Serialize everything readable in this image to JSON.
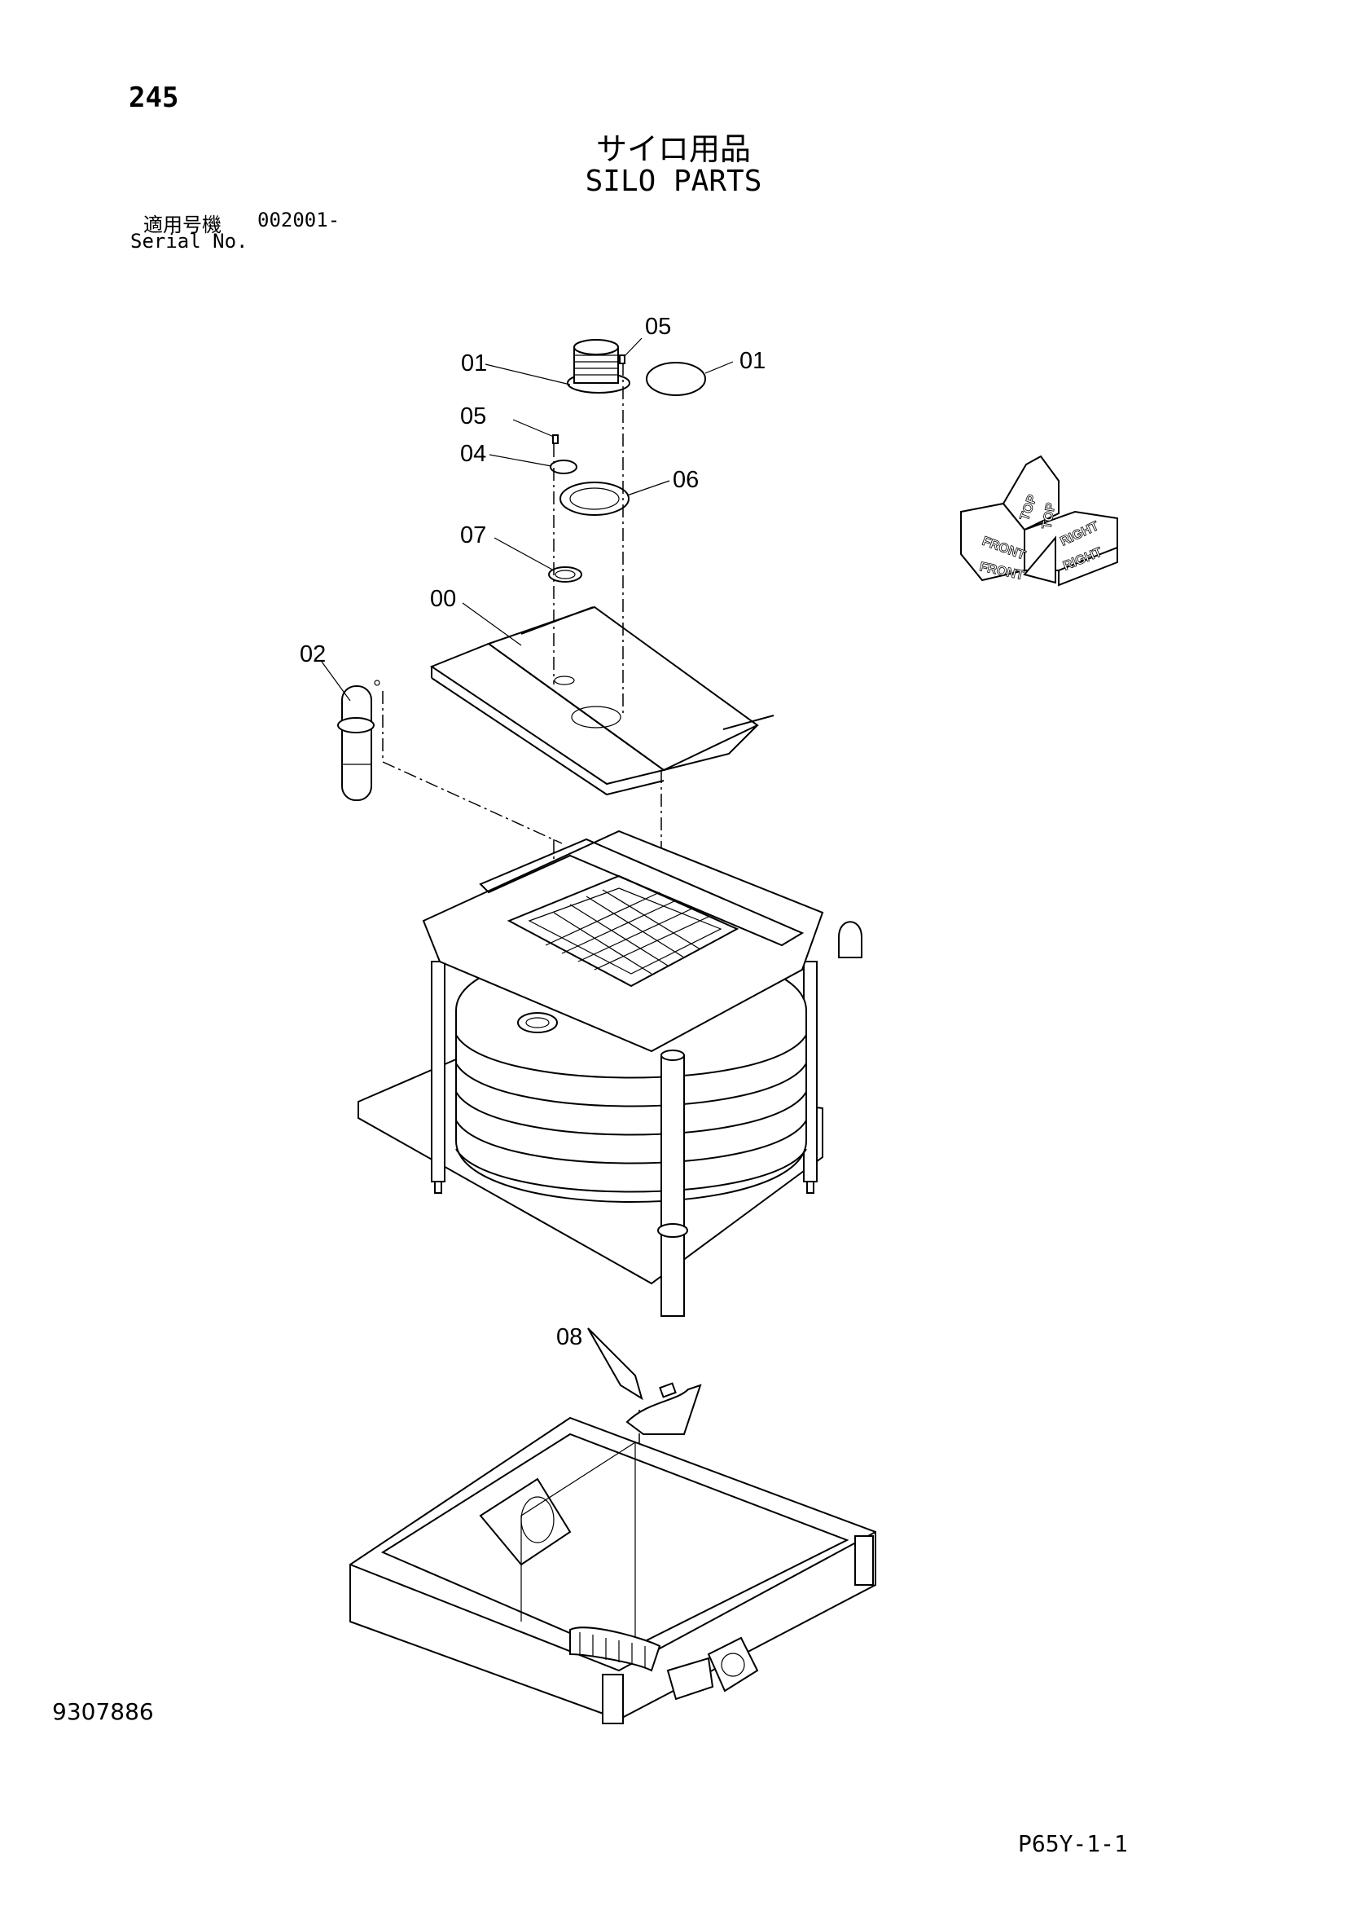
{
  "header": {
    "page_number": "245",
    "title_jp": "サイロ用品",
    "title_en": "SILO PARTS",
    "serial_label_jp": "適用号機",
    "serial_range": "002001-",
    "serial_label_en": "Serial No."
  },
  "orientation_icon": {
    "labels": [
      "FRONT",
      "TOP",
      "RIGHT",
      "FRONT",
      "TOP",
      "RIGHT"
    ]
  },
  "callouts": [
    "01",
    "05",
    "01",
    "05",
    "04",
    "06",
    "07",
    "00",
    "02",
    "08"
  ],
  "footer": {
    "doc_number": "9307886",
    "sheet_code": "P65Y-1-1"
  }
}
